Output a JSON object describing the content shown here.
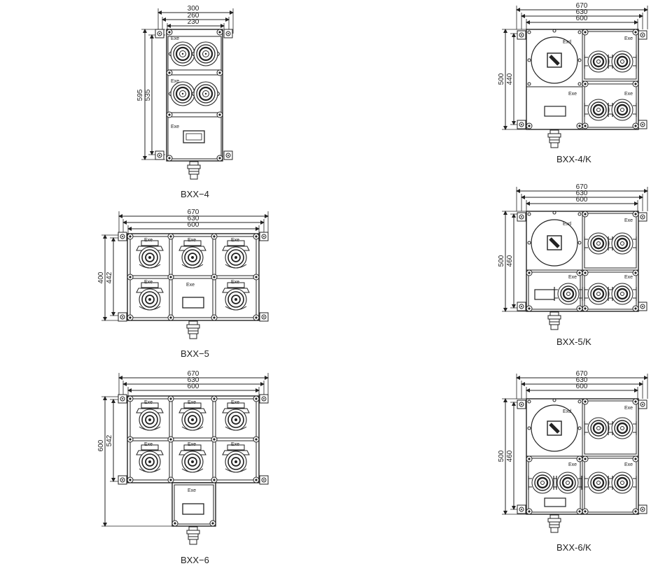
{
  "diagrams": [
    {
      "id": "bxx4",
      "caption": "BXX−4",
      "widths": [
        "300",
        "260",
        "230"
      ],
      "heights": [
        "595",
        "535"
      ],
      "labels": [
        "Exe",
        "Exe",
        "Exe"
      ]
    },
    {
      "id": "bxx5",
      "caption": "BXX−5",
      "widths": [
        "670",
        "630",
        "600"
      ],
      "heights": [
        "400",
        "442"
      ],
      "labels": [
        "Exe",
        "Exe",
        "Exe",
        "Exe",
        "Exe",
        "Exe"
      ]
    },
    {
      "id": "bxx6",
      "caption": "BXX−6",
      "widths": [
        "670",
        "630",
        "600"
      ],
      "heights": [
        "600",
        "542"
      ],
      "labels": [
        "Exe",
        "Exe",
        "Exe",
        "Exe",
        "Exe",
        "Exe",
        "Exe"
      ]
    },
    {
      "id": "bxx4k",
      "caption": "BXX-4/K",
      "widths": [
        "670",
        "630",
        "600"
      ],
      "heights": [
        "500",
        "440"
      ],
      "labels": [
        "Exd",
        "Exe",
        "Exe",
        "Exe"
      ]
    },
    {
      "id": "bxx5k",
      "caption": "BXX-5/K",
      "widths": [
        "670",
        "630",
        "600"
      ],
      "heights": [
        "500",
        "460"
      ],
      "labels": [
        "Exd",
        "Exe",
        "Exe",
        "Exe"
      ]
    },
    {
      "id": "bxx6k",
      "caption": "BXX-6/K",
      "widths": [
        "670",
        "630",
        "600"
      ],
      "heights": [
        "500",
        "460"
      ],
      "labels": [
        "Exd",
        "Exe",
        "Exe",
        "Exe"
      ]
    }
  ]
}
